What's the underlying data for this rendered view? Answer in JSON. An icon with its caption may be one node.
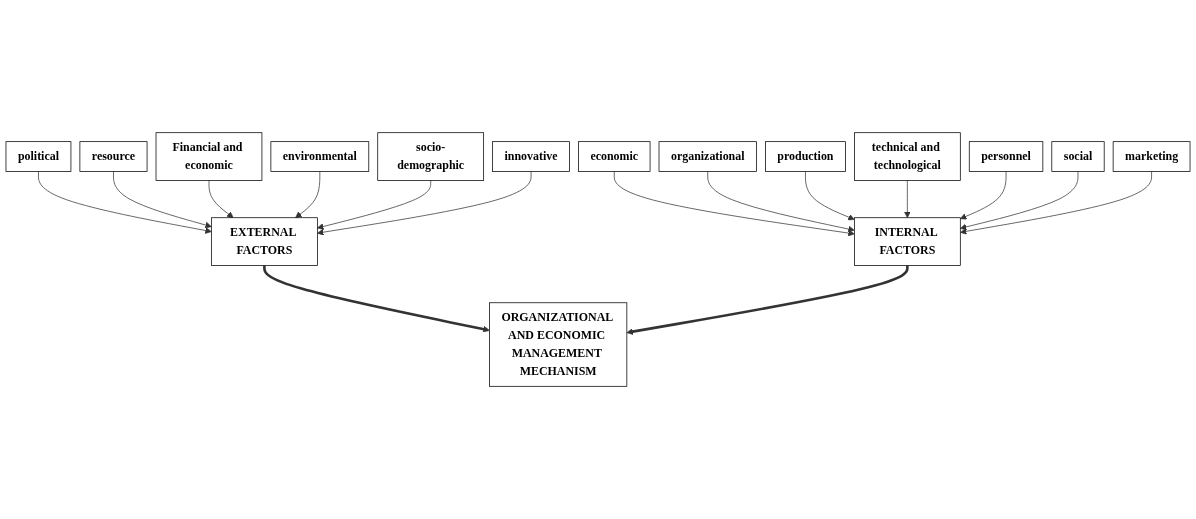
{
  "diagram": {
    "nodes": [
      {
        "text": [
          "political"
        ]
      },
      {
        "text": [
          "resource"
        ]
      },
      {
        "text": [
          "Financial and economic"
        ]
      },
      {
        "text": [
          "environmental"
        ]
      },
      {
        "text": [
          "socio-demographic"
        ]
      },
      {
        "text": [
          "innovative"
        ]
      },
      {
        "text": [
          "economic"
        ]
      },
      {
        "text": [
          "organizational"
        ]
      },
      {
        "text": [
          "production"
        ]
      },
      {
        "text": [
          "technical and technological"
        ]
      },
      {
        "text": [
          "personnel"
        ]
      },
      {
        "text": [
          "social"
        ]
      },
      {
        "text": [
          "marketing"
        ]
      },
      {
        "text": [
          "EXTERNAL FACTORS"
        ]
      },
      {
        "text": [
          "INTERNAL FACTORS"
        ]
      },
      {
        "text": [
          "ORGANIZATIONAL AND ECONOMIC MANAGEMENT MECHANISM"
        ]
      }
    ],
    "edges": [
      {
        "from": 0,
        "to": 13,
        "arrow": "to"
      },
      {
        "from": 1,
        "to": 13,
        "arrow": "to"
      },
      {
        "from": 2,
        "to": 13,
        "arrow": "to"
      },
      {
        "from": 3,
        "to": 13,
        "arrow": "to"
      },
      {
        "from": 4,
        "to": 13,
        "arrow": "to"
      },
      {
        "from": 5,
        "to": 13,
        "arrow": "to"
      },
      {
        "from": 6,
        "to": 14,
        "arrow": "to"
      },
      {
        "from": 7,
        "to": 14,
        "arrow": "to"
      },
      {
        "from": 8,
        "to": 14,
        "arrow": "to"
      },
      {
        "from": 9,
        "to": 14,
        "arrow": "to"
      },
      {
        "from": 10,
        "to": 14,
        "arrow": "to"
      },
      {
        "from": 11,
        "to": 14,
        "arrow": "to"
      },
      {
        "from": 12,
        "to": 14,
        "arrow": "to"
      },
      {
        "from": 13,
        "to": 15,
        "arrow": "to",
        "style": "thick"
      },
      {
        "from": 14,
        "to": 15,
        "arrow": "to",
        "style": "thick"
      }
    ]
  }
}
